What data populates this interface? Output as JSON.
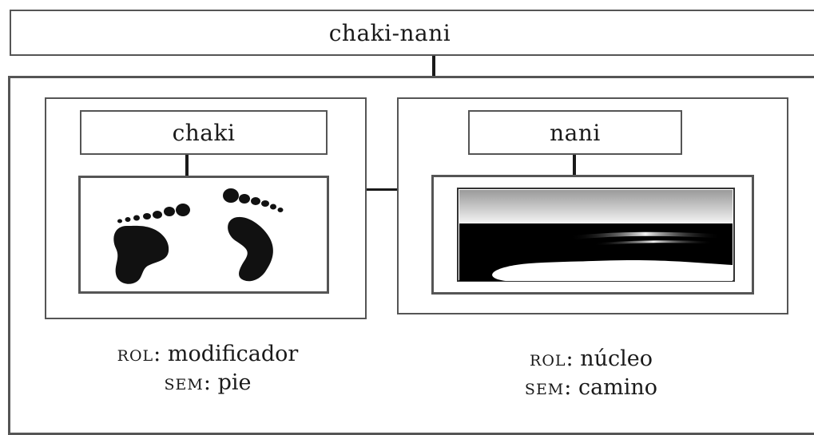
{
  "compound": {
    "word": "chaki-nani"
  },
  "left": {
    "word": "chaki",
    "image_icon": "footprints-icon",
    "rol_key": "rol",
    "rol_value": "modificador",
    "sem_key": "sem",
    "sem_value": "pie"
  },
  "right": {
    "word": "nani",
    "image_icon": "road-icon",
    "rol_key": "rol",
    "rol_value": "núcleo",
    "sem_key": "sem",
    "sem_value": "camino"
  }
}
